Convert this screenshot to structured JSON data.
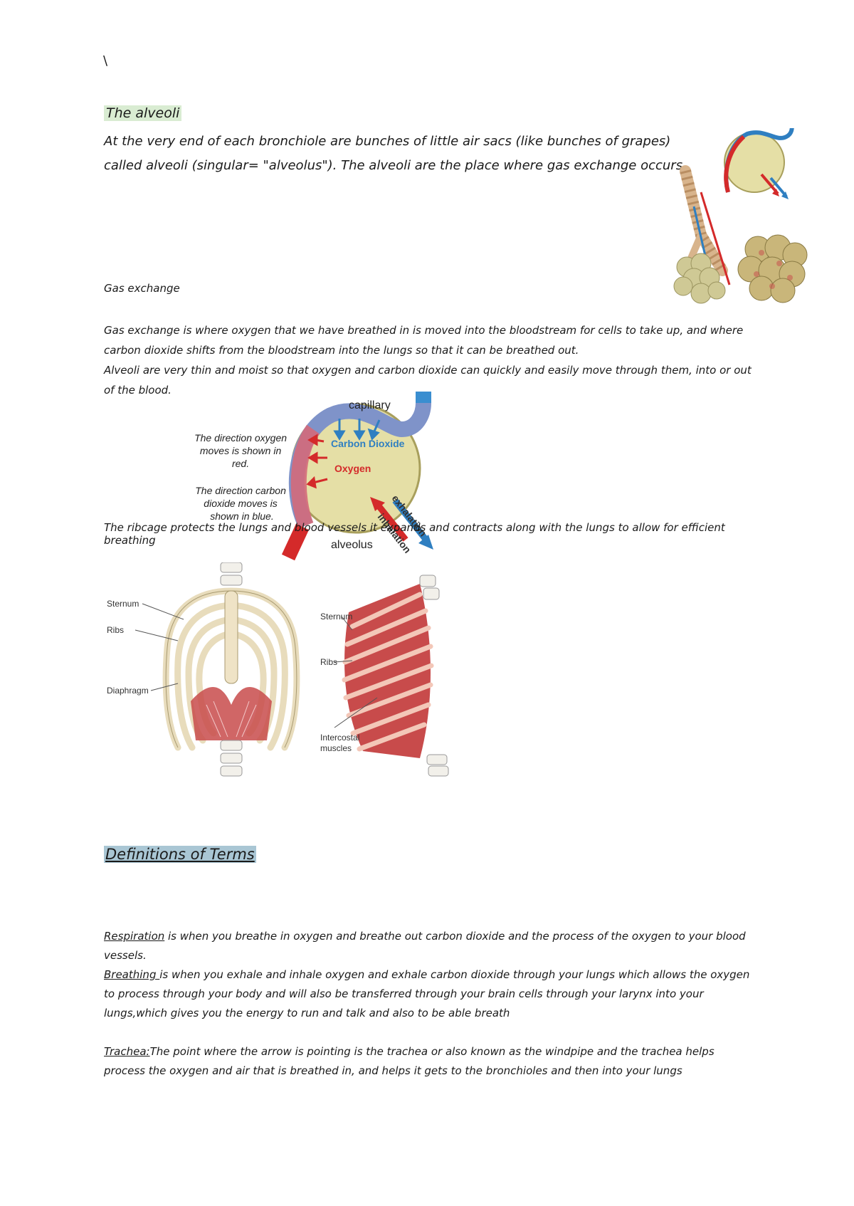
{
  "top_mark": "\\",
  "alveoli": {
    "heading": "The alveoli",
    "intro": "At the very end of each bronchiole are bunches of little air sacs (like bunches of grapes) called alveoli (singular= \"alveolus\"). The alveoli are the place where gas exchange occurs"
  },
  "gas_exchange": {
    "heading": "Gas exchange",
    "line1": " Gas exchange is where oxygen that we have breathed in is moved into the bloodstream for cells to take up, and where carbon dioxide shifts from the bloodstream into the lungs so that it can be breathed out.",
    "line2": "Alveoli are very thin and moist so that oxygen and carbon dioxide can quickly and easily move through them, into or out of the blood."
  },
  "alveolus_diagram": {
    "capillary": "capillary",
    "carbon_dioxide": "Carbon Dioxide",
    "oxygen": "Oxygen",
    "alveolus": "alveolus",
    "exhalation": "exhalation",
    "inhalation": "inhalation",
    "note_oxygen": [
      "The direction oxygen",
      "moves is shown in",
      "red."
    ],
    "note_co2": [
      "The direction carbon",
      "dioxide moves is",
      "shown in blue."
    ]
  },
  "ribcage_text": "The ribcage protects the lungs and blood vessels it expands and contracts along with the lungs to allow for efficient breathing",
  "ribcage_diagram": {
    "front_labels": {
      "sternum": "Sternum",
      "ribs": "Ribs",
      "diaphragm": "Diaphragm"
    },
    "side_labels": {
      "sternum": "Sternum",
      "ribs": "Ribs",
      "intercostal_1": "Intercostal",
      "intercostal_2": "muscles"
    }
  },
  "definitions": {
    "heading": "Definitions of Terms",
    "respiration_term": "Respiration",
    "respiration_text": " is when you breathe in oxygen and breathe out carbon dioxide and the process of the oxygen to your blood vessels.",
    "breathing_term": "Breathing ",
    "breathing_text": "is when you exhale and inhale oxygen and exhale carbon dioxide through your lungs which allows the oxygen to process through your body and will also be transferred through your brain cells through your larynx into your lungs,which gives you the energy to run and talk and also to be able breath",
    "trachea_term": "Trachea:",
    "trachea_text": "The point where the arrow is pointing is the trachea or also known as the windpipe and the trachea helps process the oxygen and air that is breathed in, and helps it gets to the bronchioles and then into your lungs"
  },
  "colors": {
    "oxygen_red": "#d42a2a",
    "co2_blue": "#2f7fc1",
    "alveolus_fill": "#e5dfa6",
    "muscle": "#c84b4b",
    "bone": "#efe3c6"
  }
}
